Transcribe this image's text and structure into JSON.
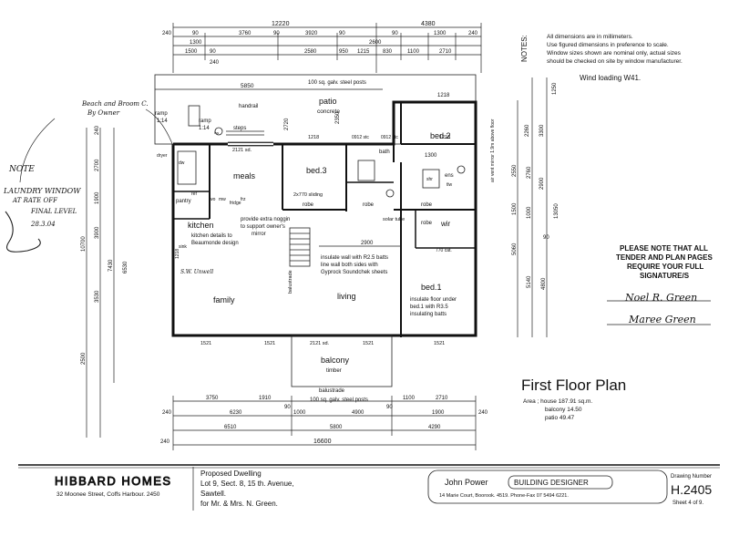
{
  "colors": {
    "ink": "#111111",
    "paper": "#ffffff"
  },
  "notes": {
    "heading": "NOTES:",
    "lines": [
      "All dimensions are in millimeters.",
      "Use figured dimensions in preference to scale.",
      "Window sizes shown are nominal only, actual sizes",
      "should be checked on site by window manufacturer."
    ],
    "wind_loading": "Wind loading  W41."
  },
  "top_dims": {
    "overall": [
      "12220",
      "4380"
    ],
    "row2": [
      "240",
      "90",
      "3760",
      "90",
      "3920",
      "90",
      "2600",
      "90",
      "1300",
      "240"
    ],
    "row3": [
      "1500",
      "90",
      "2580",
      "950",
      "1215",
      "830",
      "1100",
      "2710"
    ],
    "left_chain": [
      "1300",
      "240"
    ]
  },
  "rooms": {
    "patio": "patio",
    "patio_sub": "concrete",
    "meals": "meals",
    "bed3": "bed.3",
    "bed2": "bed.2",
    "kitchen": "kitchen",
    "family": "family",
    "living": "living",
    "bed1": "bed.1",
    "wir": "wir",
    "balcony": "balcony",
    "balcony_sub": "timber",
    "bath": "bath",
    "ens": "ens",
    "robe": "robe",
    "pantry": "pantry",
    "ramp": "ramp",
    "ramp_slope": "1:14",
    "steps": "steps",
    "balustrade": "balustrade"
  },
  "annotations": {
    "posts_top": "100 sq. galv. steel posts",
    "posts_bottom": "100 sq. galv. steel posts",
    "handrail": "handrail",
    "kitchen_details": "kitchen details to",
    "kitchen_details2": "Beaumonde design",
    "nogging": "provide extra noggin",
    "nogging2": "to support owner's",
    "nogging3": "mirror",
    "insulate_wall": "insulate wall with R2.5 batts",
    "insulate_wall2": "line wall both sides with",
    "insulate_wall3": "Gyprock Soundchek sheets",
    "insulate_floor": "insulate floor under",
    "insulate_floor2": "bed.1 with R3.5",
    "insulate_floor3": "insulating batts",
    "sliding": "2x770 sliding",
    "solar_tube": "solar tube",
    "mirror": "air vent mirror 1.9m above floor",
    "door_770": "770 cat.",
    "window_dims": [
      "2121 sd.",
      "1218",
      "1218",
      "1521",
      "1521",
      "1521",
      "2121 sd.",
      "1521",
      "0912 stc",
      "0912 stc",
      "1300",
      "2900",
      "1218"
    ],
    "fixtures": [
      "dryer",
      "fridge",
      "wo",
      "ref",
      "dw",
      "sink",
      "tlw",
      "shr",
      "mw",
      "frz"
    ]
  },
  "left_dims": [
    "240",
    "2700",
    "1900",
    "3900",
    "3530",
    "2500",
    "10700",
    "7430",
    "6530"
  ],
  "right_dims": [
    "1250",
    "2260",
    "3300",
    "2550",
    "2760",
    "2900",
    "1500",
    "1000",
    "13050",
    "5140",
    "4800",
    "90",
    "5060"
  ],
  "bottom_dims": {
    "row1": [
      "3750",
      "1910",
      "1100",
      "2710"
    ],
    "row2": [
      "240",
      "6230",
      "90",
      "1000",
      "4900",
      "90",
      "1900",
      "240"
    ],
    "row3": [
      "6510",
      "5800",
      "4290"
    ],
    "overall": "16600",
    "left": "240"
  },
  "handwriting_left": {
    "arrow_note": "Beach and Broom C.",
    "arrow_note2": "By Owner",
    "note_head": "NOTE",
    "note1": "LAUNDRY WINDOW",
    "note2": "AT RATE OFF",
    "note3": "FINAL LEVEL",
    "date": "28.3.04",
    "by_owner": "S.W. Unwell"
  },
  "stamp": {
    "line1": "PLEASE NOTE THAT ALL",
    "line2": "TENDER AND PLAN PAGES",
    "line3": "REQUIRE YOUR FULL",
    "line4": "SIGNATURE/S",
    "sig1": "Noel R. Green",
    "sig2": "Maree Green"
  },
  "plan_title": "First Floor Plan",
  "areas": {
    "area_label": "Area ; house 187.91 sq.m.",
    "balcony": "balcony  14.50",
    "patio": "patio  49.47"
  },
  "title_block": {
    "company": "HIBBARD HOMES",
    "company_address": "32 Moonee Street, Coffs Harbour. 2450",
    "project1": "Proposed Dwelling",
    "project2": "Lot 9, Sect. 8, 15 th. Avenue,",
    "project3": "Sawtell.",
    "project4": "for Mr. & Mrs. N. Green.",
    "designer_name": "John Power",
    "designer_title": "BUILDING DESIGNER",
    "designer_address": "14 Marie Court, Boorook. 4519. Phone-Fax 07 5494 6221.",
    "drawing_label": "Drawing Number",
    "drawing_number": "H.2405",
    "sheet": "Sheet 4 of 9."
  }
}
